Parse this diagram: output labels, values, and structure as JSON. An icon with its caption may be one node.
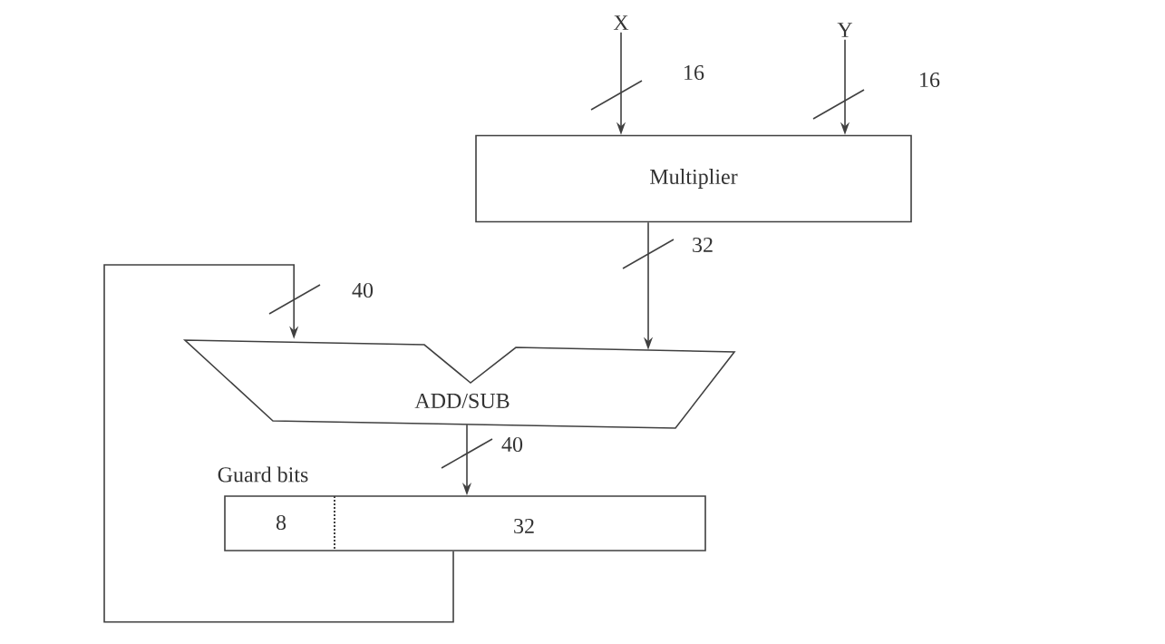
{
  "diagram": {
    "nodes": [
      {
        "text": [
          "X"
        ]
      },
      {
        "text": [
          "Y"
        ]
      },
      {
        "text": [
          "Multiplier"
        ]
      },
      {
        "text": [
          "ADD/SUB"
        ]
      },
      {
        "text": [
          "Guard bits",
          "8",
          "32"
        ]
      }
    ],
    "edges": [
      {
        "from": 0,
        "to": 2,
        "arrow": "to",
        "label": "16"
      },
      {
        "from": 1,
        "to": 2,
        "arrow": "to",
        "label": "16"
      },
      {
        "from": 2,
        "to": 3,
        "arrow": "to",
        "label": "32"
      },
      {
        "from": 3,
        "to": 4,
        "arrow": "to",
        "label": "40"
      },
      {
        "from": 4,
        "to": 3,
        "arrow": "to",
        "label": "40"
      }
    ]
  }
}
